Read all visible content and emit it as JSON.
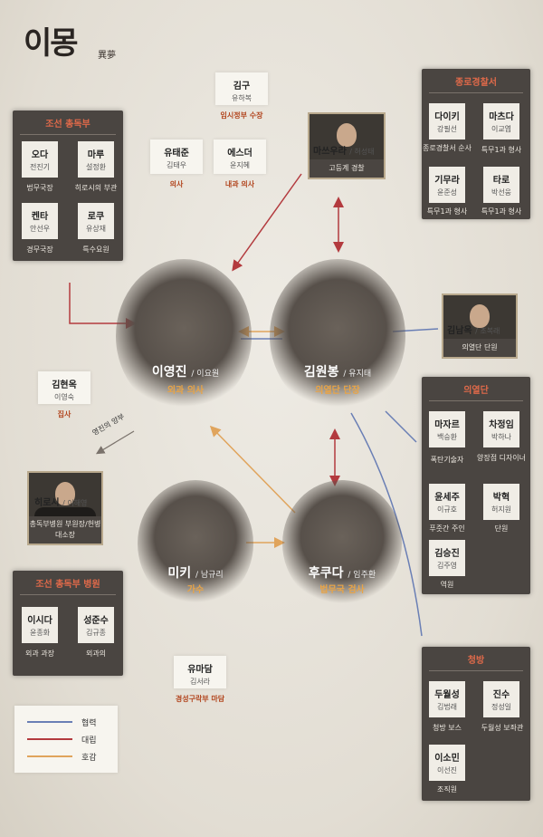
{
  "logo": {
    "title": "이몽",
    "subtitle": "異夢"
  },
  "governor_box": {
    "title": "조선 총독부",
    "members": [
      {
        "name": "오다",
        "actor": "전진기",
        "role": "법무국장"
      },
      {
        "name": "마루",
        "actor": "설정환",
        "role": "히로시의 부관"
      },
      {
        "name": "켄타",
        "actor": "안선우",
        "role": "경무국장"
      },
      {
        "name": "로쿠",
        "actor": "유상재",
        "role": "특수요원"
      }
    ]
  },
  "hospital_box": {
    "title": "조선 총독부 병원",
    "members": [
      {
        "name": "이시다",
        "actor": "윤종화",
        "role": "외과 과장"
      },
      {
        "name": "성준수",
        "actor": "김규종",
        "role": "외과의"
      }
    ]
  },
  "police_box": {
    "title": "종로경찰서",
    "members": [
      {
        "name": "다이키",
        "actor": "강필선",
        "role": "종로경찰서 순사"
      },
      {
        "name": "마츠다",
        "actor": "이교엽",
        "role": "특무1과 형사"
      },
      {
        "name": "기무라",
        "actor": "윤준성",
        "role": "특무1과 형사"
      },
      {
        "name": "타로",
        "actor": "박선웅",
        "role": "특무1과 형사"
      }
    ]
  },
  "uiyeoldan_box": {
    "title": "의열단",
    "members": [
      {
        "name": "마자르",
        "actor": "백승환",
        "role": "폭탄기술자"
      },
      {
        "name": "차정임",
        "actor": "박하나",
        "role": "양장점 디자이너"
      },
      {
        "name": "윤세주",
        "actor": "이규호",
        "role": "푸줏간 주인"
      },
      {
        "name": "박혁",
        "actor": "허지원",
        "role": "단원"
      },
      {
        "name": "김승진",
        "actor": "김주영",
        "role": "역원"
      }
    ]
  },
  "cheongbang_box": {
    "title": "청방",
    "members": [
      {
        "name": "두월성",
        "actor": "김법래",
        "role": "청방 보스"
      },
      {
        "name": "진수",
        "actor": "정성일",
        "role": "두월성 보좌관"
      },
      {
        "name": "이소민",
        "actor": "이선진",
        "role": "조직원"
      }
    ]
  },
  "others": {
    "kimgu": {
      "name": "김구",
      "actor": "유하복",
      "role": "임시정부 수장"
    },
    "yutaejun": {
      "name": "유태준",
      "actor": "김태우",
      "role": "의사"
    },
    "esther": {
      "name": "에스더",
      "actor": "윤지혜",
      "role": "내과 의사"
    },
    "kimhyeonok": {
      "name": "김현옥",
      "actor": "이영숙",
      "role": "집사"
    },
    "yumadam": {
      "name": "유마담",
      "actor": "김서라",
      "role": "경성구락부 마담"
    }
  },
  "portraits": {
    "matsuura": {
      "name": "마쓰우라",
      "actor": "/ 허성태",
      "role": "고등계 경찰"
    },
    "kimnamok": {
      "name": "김남옥",
      "actor": "/ 조복래",
      "role": "의열단 단원"
    },
    "hiroshi": {
      "name": "히로시",
      "actor": "/ 이해영",
      "role": "총독부병원 부원장/헌병대소장"
    }
  },
  "main": {
    "yeongjin": {
      "name": "이영진",
      "actor": "/ 이요원",
      "role": "외과 의사"
    },
    "wonbong": {
      "name": "김원봉",
      "actor": "/ 유지태",
      "role": "의열단 단장"
    },
    "miki": {
      "name": "미키",
      "actor": "/ 남규리",
      "role": "가수"
    },
    "fukuda": {
      "name": "후쿠다",
      "actor": "/ 임주환",
      "role": "법무국 검사"
    }
  },
  "stepfather_label": "영진의 양부",
  "legend": {
    "items": [
      {
        "label": "협력",
        "color": "#6a7fb5"
      },
      {
        "label": "대립",
        "color": "#b33a3e"
      },
      {
        "label": "호감",
        "color": "#e0a45c"
      }
    ]
  }
}
